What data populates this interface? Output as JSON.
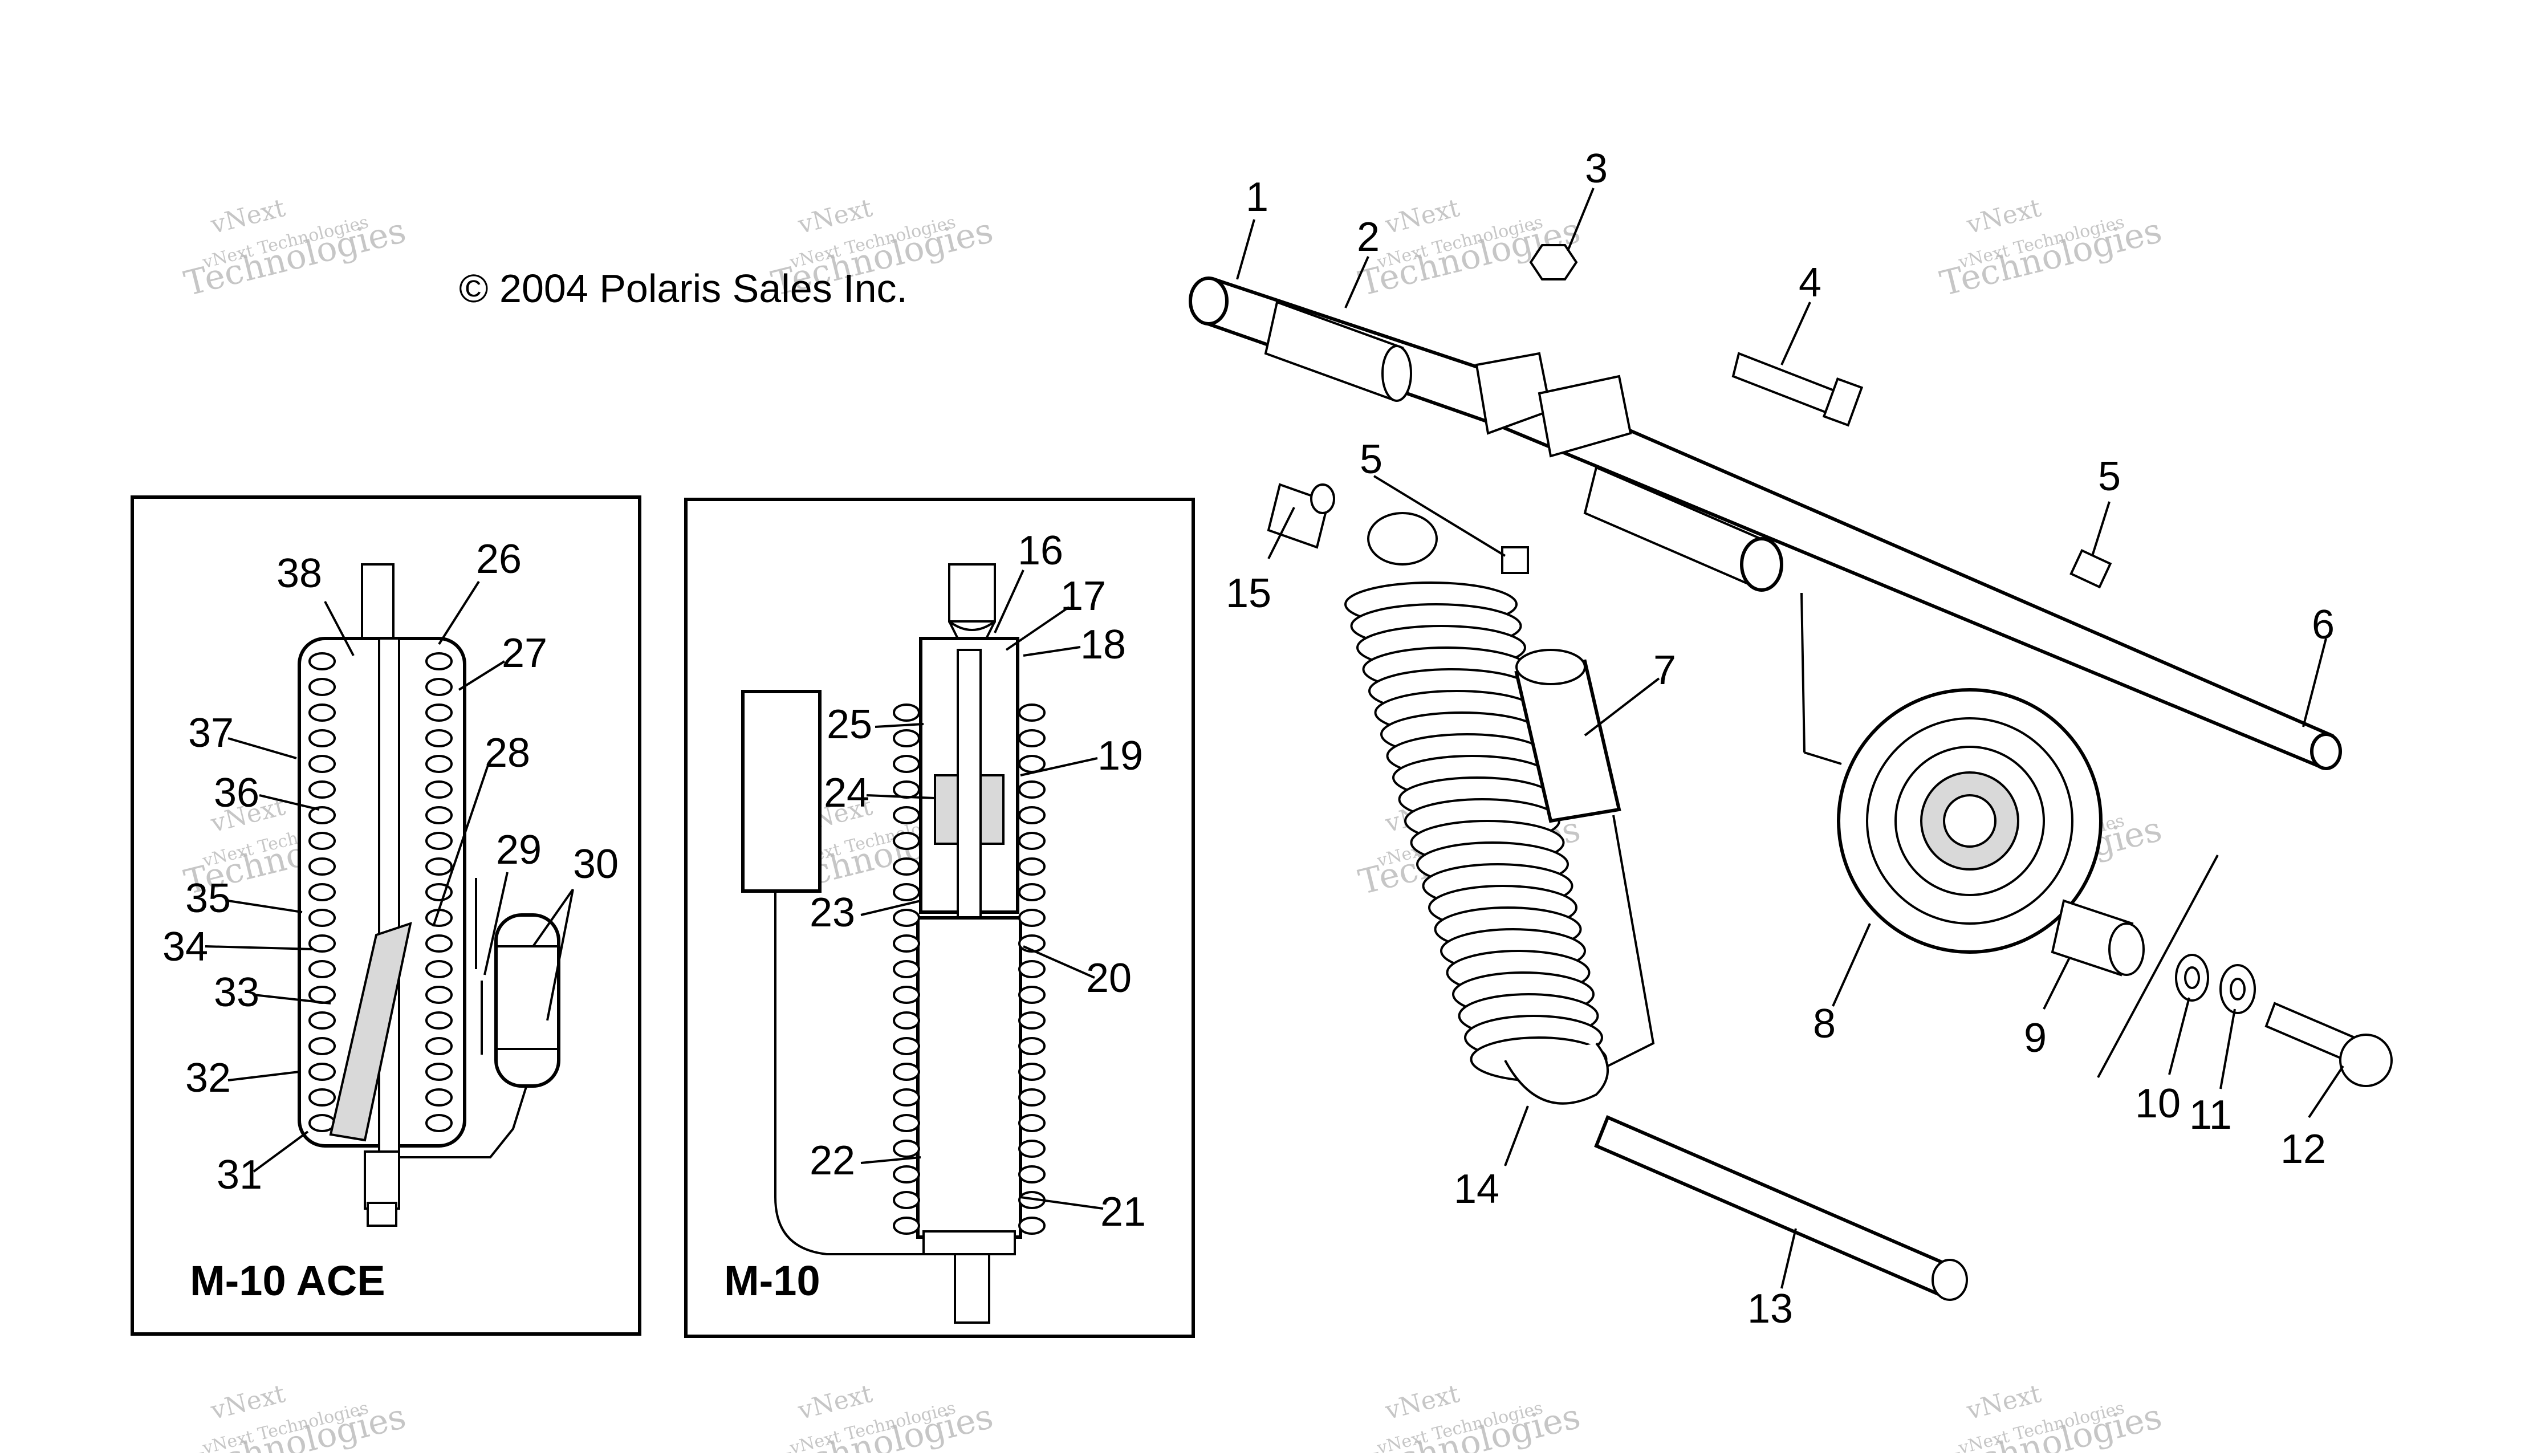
{
  "copyright": "© 2004 Polaris Sales Inc.",
  "watermark": {
    "line1": "vNext",
    "line2": "vNext Technologies",
    "line3": "Technologies"
  },
  "panels": [
    {
      "id": "m10-ace",
      "title": "M-10 ACE"
    },
    {
      "id": "m10",
      "title": "M-10"
    }
  ],
  "callouts": [
    {
      "id": "c1",
      "label": "1"
    },
    {
      "id": "c2",
      "label": "2"
    },
    {
      "id": "c3",
      "label": "3"
    },
    {
      "id": "c4",
      "label": "4"
    },
    {
      "id": "c5a",
      "label": "5"
    },
    {
      "id": "c5b",
      "label": "5"
    },
    {
      "id": "c6",
      "label": "6"
    },
    {
      "id": "c7",
      "label": "7"
    },
    {
      "id": "c8",
      "label": "8"
    },
    {
      "id": "c9",
      "label": "9"
    },
    {
      "id": "c10",
      "label": "10"
    },
    {
      "id": "c11",
      "label": "11"
    },
    {
      "id": "c12",
      "label": "12"
    },
    {
      "id": "c13",
      "label": "13"
    },
    {
      "id": "c14",
      "label": "14"
    },
    {
      "id": "c15",
      "label": "15"
    },
    {
      "id": "c16",
      "label": "16"
    },
    {
      "id": "c17",
      "label": "17"
    },
    {
      "id": "c18",
      "label": "18"
    },
    {
      "id": "c19",
      "label": "19"
    },
    {
      "id": "c20",
      "label": "20"
    },
    {
      "id": "c21",
      "label": "21"
    },
    {
      "id": "c22",
      "label": "22"
    },
    {
      "id": "c23",
      "label": "23"
    },
    {
      "id": "c24",
      "label": "24"
    },
    {
      "id": "c25",
      "label": "25"
    },
    {
      "id": "c26",
      "label": "26"
    },
    {
      "id": "c27",
      "label": "27"
    },
    {
      "id": "c28",
      "label": "28"
    },
    {
      "id": "c29",
      "label": "29"
    },
    {
      "id": "c30",
      "label": "30"
    },
    {
      "id": "c31",
      "label": "31"
    },
    {
      "id": "c32",
      "label": "32"
    },
    {
      "id": "c33",
      "label": "33"
    },
    {
      "id": "c34",
      "label": "34"
    },
    {
      "id": "c35",
      "label": "35"
    },
    {
      "id": "c36",
      "label": "36"
    },
    {
      "id": "c37",
      "label": "37"
    },
    {
      "id": "c38",
      "label": "38"
    }
  ]
}
